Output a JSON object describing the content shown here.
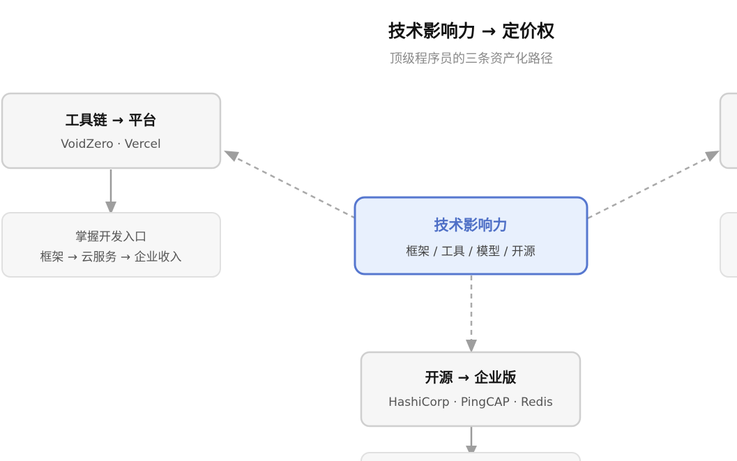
{
  "header": {
    "title": "技术影响力 → 定价权",
    "subtitle": "顶级程序员的三条资产化路径"
  },
  "center": {
    "title": "技术影响力",
    "subtitle": "框架 / 工具 / 模型 / 开源"
  },
  "left_path": {
    "title": "工具链 → 平台",
    "subtitle": "VoidZero · Vercel",
    "note_line1": "掌握开发入口",
    "note_line2": "框架 → 云服务 → 企业收入"
  },
  "bottom_path": {
    "title": "开源 → 企业版",
    "subtitle": "HashiCorp · PingCAP · Redis"
  },
  "colors": {
    "accent": "#5677cf",
    "center_fill": "#e8f0fd",
    "node_fill": "#f6f6f6",
    "edge": "#a9a9a9"
  }
}
